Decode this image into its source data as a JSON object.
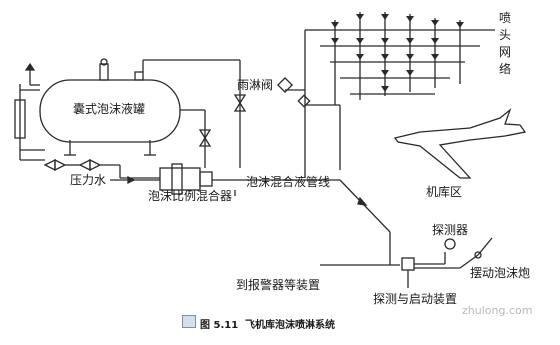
{
  "labels": {
    "tank": "囊式泡沫液罐",
    "pressure_water": "压力水",
    "mixer": "泡沫比例混合器",
    "pipe": "泡沫混合液管线",
    "deluge_valve": "雨淋阀",
    "network": "喷头网络",
    "hangar": "机库区",
    "detector": "探测器",
    "monitor": "摆动泡沫炮",
    "alarm": "到报警器等装置",
    "detect_start": "探测与启动装置"
  },
  "caption": {
    "figure_no": "图 5.11",
    "title": "飞机库泡沫喷淋系统"
  },
  "watermark": "zhulong.com",
  "colors": {
    "line": "#2a2a2a"
  }
}
